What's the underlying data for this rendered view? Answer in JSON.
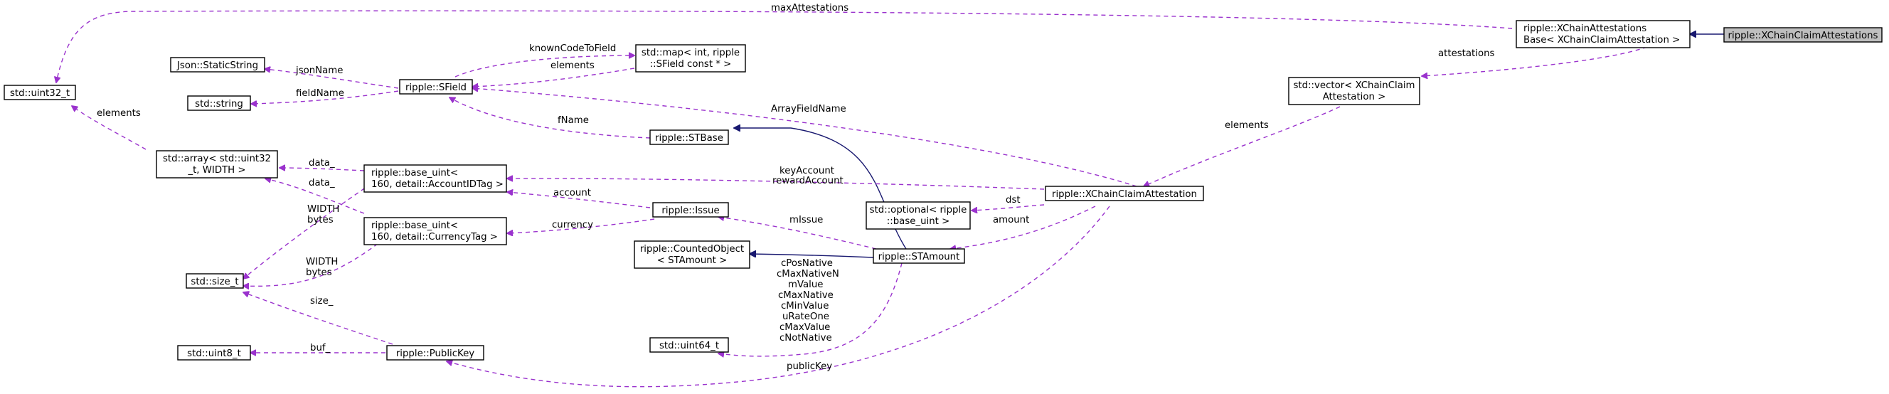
{
  "nodes": {
    "xclaim": "ripple::XChainClaimAttestations",
    "xbase": [
      "ripple::XChainAttestations",
      "Base< XChainClaimAttestation >"
    ],
    "uint32": "std::uint32_t",
    "vector": [
      "std::vector< XChainClaim",
      "Attestation >"
    ],
    "staticstring": "Json::StaticString",
    "stdstring": "std::string",
    "sfield": "ripple::SField",
    "map": [
      "std::map< int, ripple",
      "::SField const * >"
    ],
    "array": [
      "std::array< std::uint32",
      "_t, WIDTH >"
    ],
    "stbase": "ripple::STBase",
    "baseuint_acct": [
      "ripple::base_uint<",
      " 160, detail::AccountIDTag >"
    ],
    "xclaimatt": "ripple::XChainClaimAttestation",
    "issue": "ripple::Issue",
    "optional": [
      "std::optional< ripple",
      "::base_uint >"
    ],
    "baseuint_cur": [
      "ripple::base_uint<",
      " 160, detail::CurrencyTag >"
    ],
    "counted": [
      "ripple::CountedObject",
      "< STAmount >"
    ],
    "stamount": "ripple::STAmount",
    "sizet": "std::size_t",
    "uint64": "std::uint64_t",
    "uint8": "std::uint8_t",
    "publickey": "ripple::PublicKey"
  },
  "labels": {
    "maxAttestations": "maxAttestations",
    "attestations": "attestations",
    "elements_uint32": "elements",
    "jsonName": "jsonName",
    "fieldName": "fieldName",
    "knownCodeToField": "knownCodeToField",
    "elements_map": "elements",
    "elements_vector": "elements",
    "arrayFieldName": "ArrayFieldName",
    "fName": "fName",
    "data_acct": "data_",
    "data_cur": "data_",
    "keyAccount": "keyAccount",
    "rewardAccount": "rewardAccount",
    "account": "account",
    "dst": "dst",
    "amount": "amount",
    "mIssue": "mIssue",
    "currency": "currency",
    "width_bytes_1": [
      "WIDTH",
      "bytes"
    ],
    "width_bytes_2": [
      "WIDTH",
      "bytes"
    ],
    "stamount_members": [
      "cPosNative",
      "cMaxNativeN",
      "mValue",
      "cMaxNative",
      "cMinValue",
      "uRateOne",
      "cMaxValue",
      "cNotNative"
    ],
    "size_": "size_",
    "buf": "buf_",
    "publicKey": "publicKey"
  }
}
